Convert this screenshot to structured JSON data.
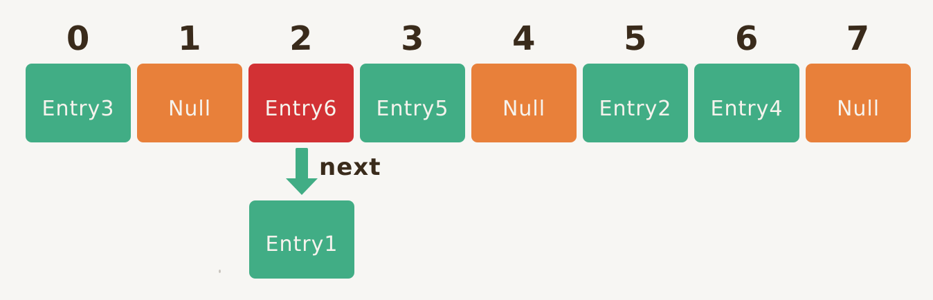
{
  "diagram": {
    "title": "hash-table-array-with-chaining",
    "slots": [
      {
        "index": "0",
        "label": "Entry3",
        "color": "green",
        "state": "occupied"
      },
      {
        "index": "1",
        "label": "Null",
        "color": "orange",
        "state": "empty"
      },
      {
        "index": "2",
        "label": "Entry6",
        "color": "red",
        "state": "collision-head"
      },
      {
        "index": "3",
        "label": "Entry5",
        "color": "green",
        "state": "occupied"
      },
      {
        "index": "4",
        "label": "Null",
        "color": "orange",
        "state": "empty"
      },
      {
        "index": "5",
        "label": "Entry2",
        "color": "green",
        "state": "occupied"
      },
      {
        "index": "6",
        "label": "Entry4",
        "color": "green",
        "state": "occupied"
      },
      {
        "index": "7",
        "label": "Null",
        "color": "orange",
        "state": "empty"
      }
    ],
    "arrow": {
      "label": "next",
      "from_index": "2",
      "direction": "down"
    },
    "chained_node": {
      "label": "Entry1",
      "color": "green"
    },
    "colors": {
      "green": "#41ad85",
      "orange": "#e8803a",
      "red": "#d23134",
      "background": "#f7f6f3",
      "text_dark": "#3a2b1b",
      "text_light": "#f6f3ed"
    }
  }
}
